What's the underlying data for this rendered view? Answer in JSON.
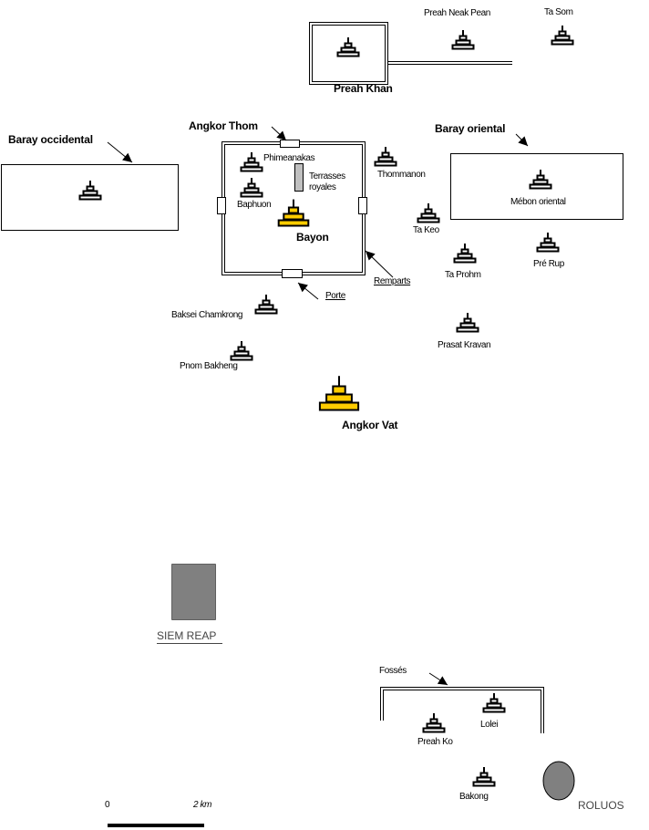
{
  "map": {
    "areas": {
      "preah_khan": "Preah Khan",
      "angkor_thom": "Angkor Thom",
      "baray_occidental": "Baray occidental",
      "baray_oriental": "Baray oriental",
      "bayon": "Bayon",
      "angkor_vat": "Angkor Vat"
    },
    "temples": {
      "preah_neak_pean": "Preah Neak Pean",
      "ta_som": "Ta Som",
      "phimeanakas": "Phimeanakas",
      "terrasses_royales_1": "Terrasses",
      "terrasses_royales_2": "royales",
      "baphuon": "Baphuon",
      "thommanon": "Thommanon",
      "mebon_oriental": "Mébon oriental",
      "ta_keo": "Ta Keo",
      "ta_prohm": "Ta Prohm",
      "pre_rup": "Pré Rup",
      "baksei_chamkrong": "Baksei Chamkrong",
      "pnom_bakheng": "Pnom Bakheng",
      "prasat_kravan": "Prasat Kravan",
      "preah_ko": "Preah Ko",
      "lolei": "Lolei",
      "bakong": "Bakong"
    },
    "annotations": {
      "remparts": "Remparts",
      "porte": "Porte",
      "fosses": "Fossés"
    },
    "cities": {
      "siem_reap": "SIEM REAP",
      "roluos": "ROLUOS"
    },
    "scale": {
      "start": "0",
      "end": "2 km"
    },
    "colors": {
      "major_temple": "#FFCC00",
      "terrace": "#C0C0C0",
      "city": "#808080"
    }
  }
}
